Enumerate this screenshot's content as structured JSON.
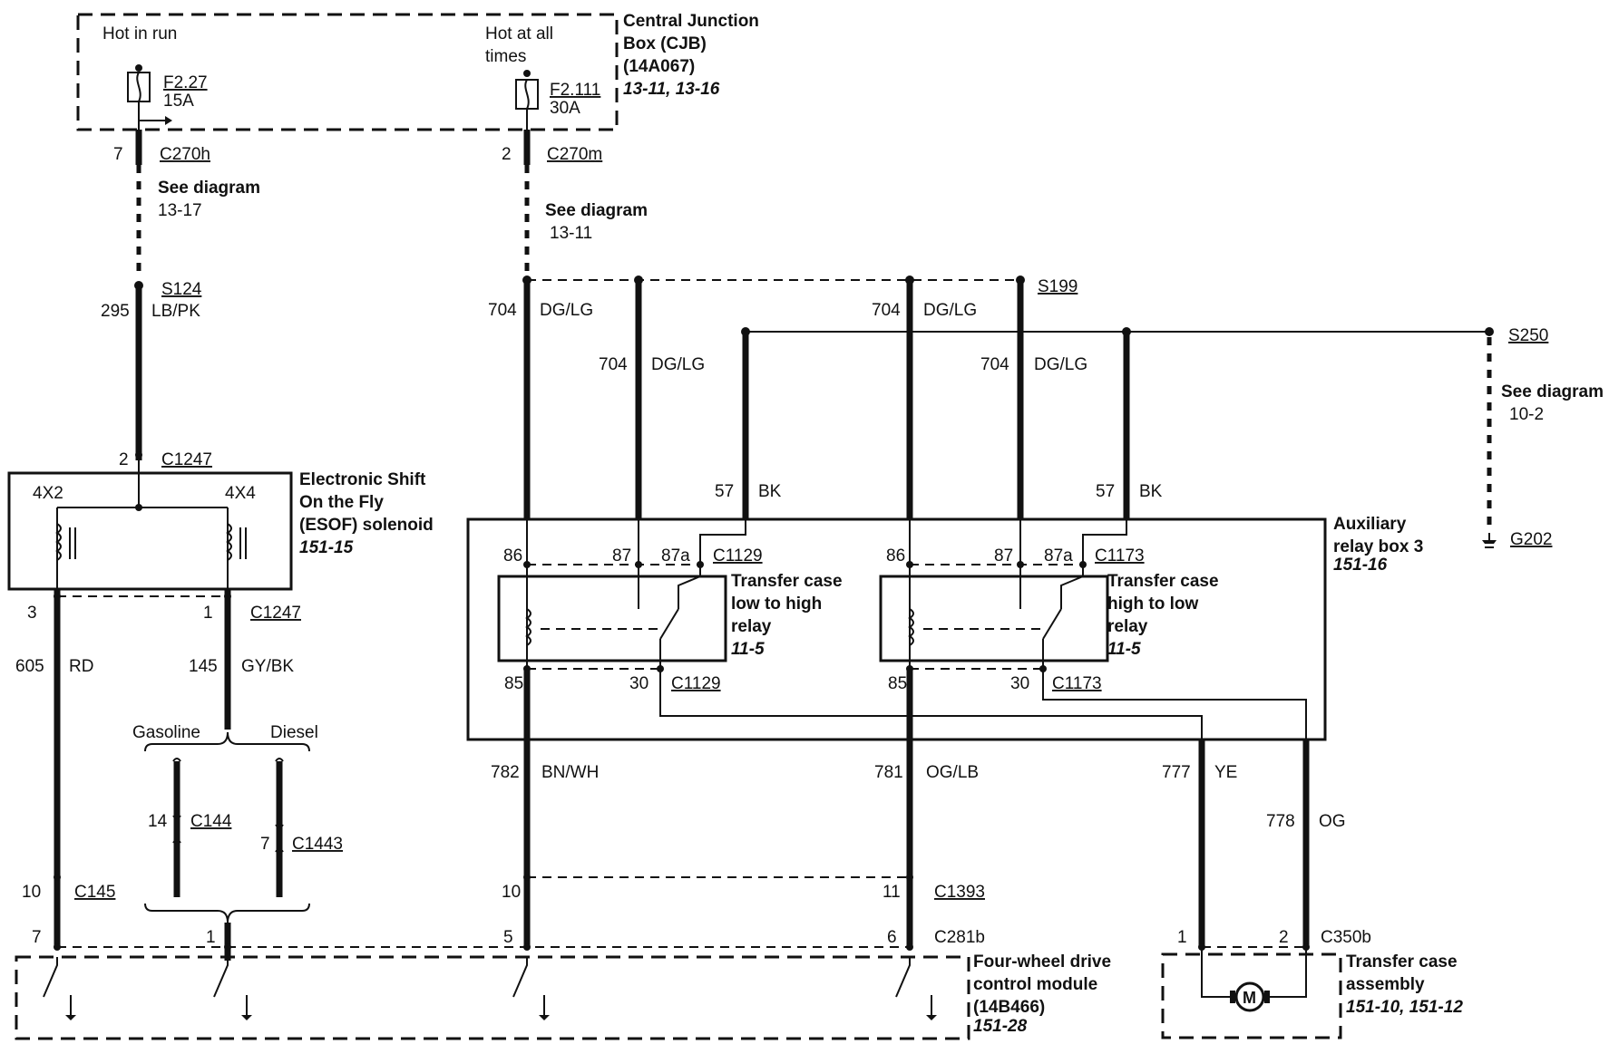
{
  "cjb": {
    "hot_in_run": "Hot in run",
    "hot_at_all_1": "Hot at all",
    "hot_at_all_2": "times",
    "fuse1_id": "F2.27",
    "fuse1_amp": "15A",
    "fuse2_id": "F2.111",
    "fuse2_amp": "30A",
    "title_1": "Central Junction",
    "title_2": "Box (CJB)",
    "title_3": "(14A067)",
    "ref": "13-11, 13-16"
  },
  "left_branch": {
    "pin_7": "7",
    "conn_c270h": "C270h",
    "see_1": "See diagram",
    "see_1_ref": "13-17",
    "splice_s124": "S124",
    "circ_295": "295",
    "color_lbpk": "LB/PK",
    "pin_2": "2",
    "conn_c1247_top": "C1247"
  },
  "esof": {
    "label_4x2": "4X2",
    "label_4x4": "4X4",
    "title_1": "Electronic Shift",
    "title_2": "On the Fly",
    "title_3": "(ESOF) solenoid",
    "ref": "151-15",
    "pin_3": "3",
    "pin_1": "1",
    "conn_c1247_bottom": "C1247",
    "circ_605": "605",
    "color_rd": "RD",
    "circ_145": "145",
    "color_gybk": "GY/BK",
    "gasoline": "Gasoline",
    "diesel": "Diesel",
    "pin_14": "14",
    "conn_c144": "C144",
    "pin_7": "7",
    "conn_c1443": "C1443",
    "pin_10": "10",
    "conn_c145": "C145"
  },
  "right_branch": {
    "pin_2": "2",
    "conn_c270m": "C270m",
    "see_2": "See diagram",
    "see_2_ref": "13-11",
    "splice_s199": "S199",
    "circ_704": "704",
    "color_dglg": "DG/LG",
    "circ_57": "57",
    "color_bk": "BK",
    "splice_s250": "S250",
    "see_3": "See diagram",
    "see_3_ref": "10-2",
    "ground_g202": "G202"
  },
  "relay_box": {
    "title_1": "Auxiliary",
    "title_2": "relay box 3",
    "ref": "151-16",
    "pin_86": "86",
    "pin_87": "87",
    "pin_87a": "87a",
    "pin_85": "85",
    "pin_30": "30",
    "conn_c1129": "C1129",
    "conn_c1173": "C1173",
    "relay1_1": "Transfer case",
    "relay1_2": "low to high",
    "relay1_3": "relay",
    "relay1_ref": "11-5",
    "relay2_1": "Transfer case",
    "relay2_2": "high to low",
    "relay2_3": "relay",
    "relay2_ref": "11-5"
  },
  "lower": {
    "circ_782": "782",
    "color_bnwh": "BN/WH",
    "circ_781": "781",
    "color_oglb": "OG/LB",
    "circ_777": "777",
    "color_ye": "YE",
    "circ_778": "778",
    "color_og": "OG",
    "pin_10": "10",
    "pin_11": "11",
    "conn_c1393": "C1393",
    "pin_7": "7",
    "pin_1": "1",
    "pin_5": "5",
    "pin_6": "6",
    "conn_c281b": "C281b",
    "pin_1b": "1",
    "pin_2b": "2",
    "conn_c350b": "C350b"
  },
  "fwd_module": {
    "title_1": "Four-wheel drive",
    "title_2": "control module",
    "title_3": "(14B466)",
    "ref": "151-28"
  },
  "transfer_case": {
    "title_1": "Transfer case",
    "title_2": "assembly",
    "ref": "151-10, 151-12",
    "motor_symbol": "M"
  }
}
